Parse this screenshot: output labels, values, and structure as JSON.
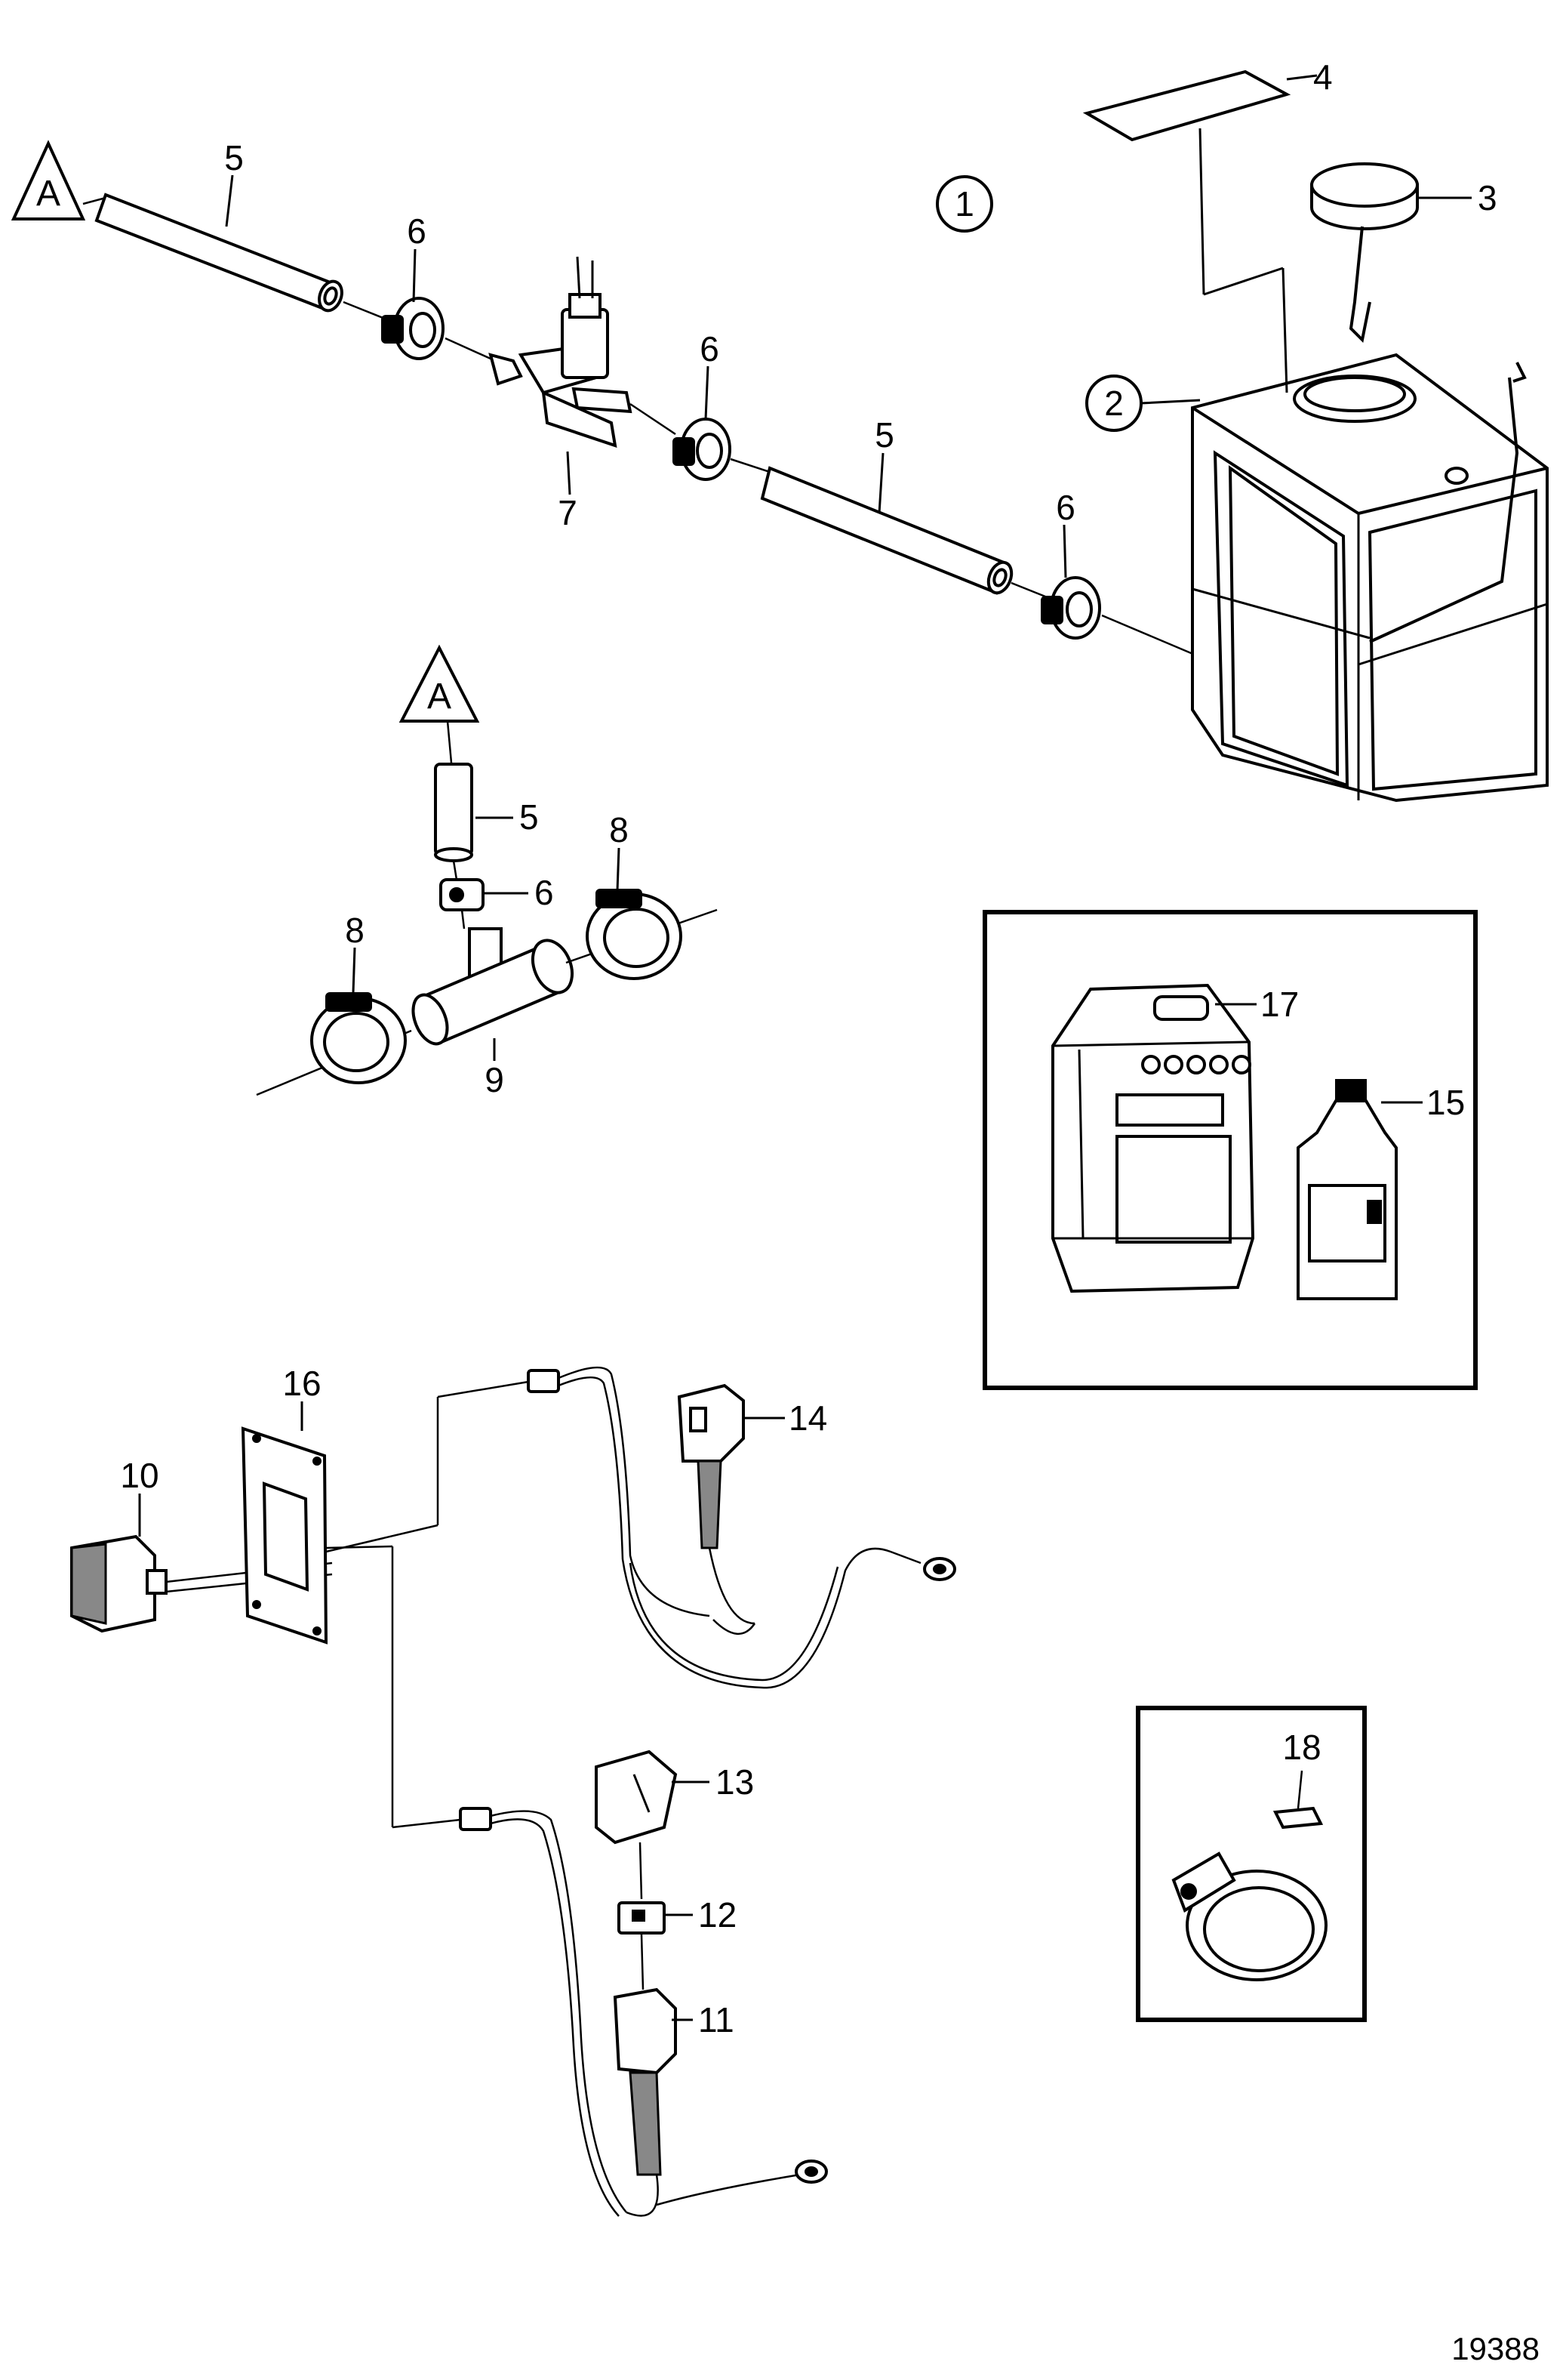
{
  "diagram": {
    "figure_number": "19388",
    "reference_marker": "A",
    "part_callouts": [
      "5",
      "6",
      "7",
      "6",
      "5",
      "6",
      "4",
      "3",
      "5",
      "6",
      "8",
      "8",
      "9",
      "17",
      "15",
      "16",
      "10",
      "14",
      "13",
      "12",
      "11",
      "18"
    ],
    "circled_callouts": [
      "1",
      "2"
    ]
  }
}
